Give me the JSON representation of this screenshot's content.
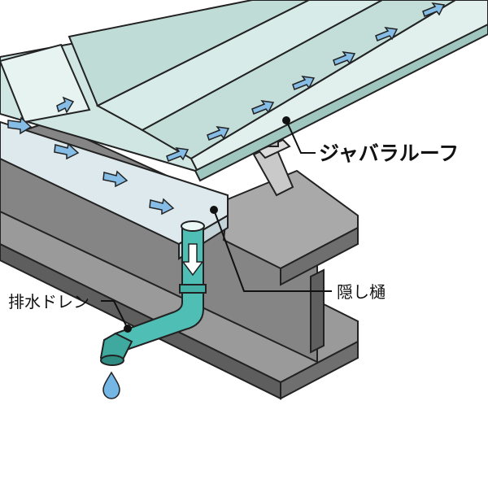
{
  "labels": {
    "roof": "ジャバラルーフ",
    "gutter": "隠し樋",
    "drain": "排水ドレン"
  },
  "colors": {
    "roof_fill": "#cfe6e2",
    "roof_ridge": "#e6f3f1",
    "beam_fill": "#8a8a8a",
    "beam_dark": "#6f6f6f",
    "beam_light": "#a6a6a6",
    "pipe_fill": "#4fbfb5",
    "arrow_fill": "#86bde6",
    "water_drop": "#74b6e4",
    "outline": "#222222"
  },
  "icons": [
    "flow-arrow-icon",
    "water-drop-icon",
    "down-arrow-icon"
  ]
}
